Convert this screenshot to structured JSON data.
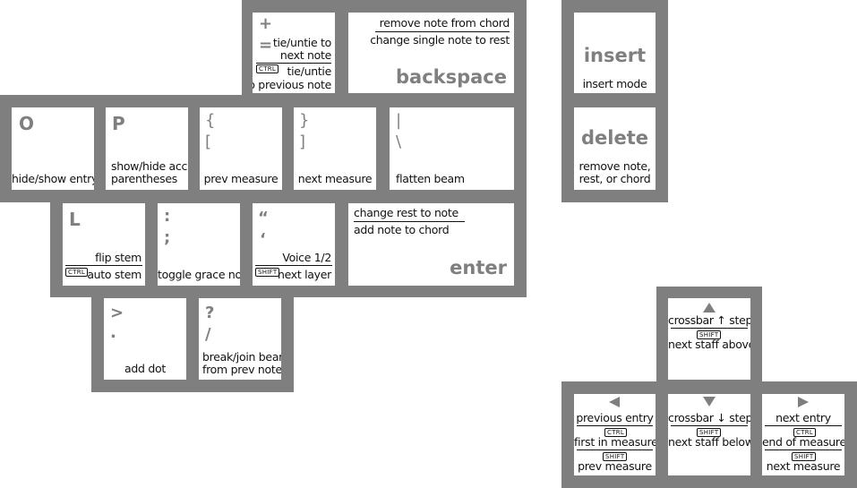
{
  "keys": {
    "plus_equals": {
      "glyph_top": "+",
      "glyph_bottom": "=",
      "line1": "tie/untie to",
      "line2": "next note",
      "ctrl_badge": "CTRL",
      "line3": "tie/untie",
      "line4": "to previous note"
    },
    "backspace": {
      "line1": "remove note from chord",
      "line2": "change single note to rest",
      "big_label": "backspace"
    },
    "insert": {
      "big_label": "insert",
      "desc": "insert mode"
    },
    "delete": {
      "big_label": "delete",
      "desc_line1": "remove note,",
      "desc_line2": "rest, or chord"
    },
    "o": {
      "glyph": "O",
      "desc": "hide/show entry"
    },
    "p": {
      "glyph": "P",
      "desc_line1": "show/hide acci",
      "desc_line2": "parentheses"
    },
    "bracket_left": {
      "glyph_top": "{",
      "glyph_bottom": "[",
      "desc": "prev measure"
    },
    "bracket_right": {
      "glyph_top": "}",
      "glyph_bottom": "]",
      "desc": "next measure"
    },
    "backslash": {
      "glyph_top": "|",
      "glyph_bottom": "\\",
      "desc": "flatten beam"
    },
    "l": {
      "glyph": "L",
      "line1": "flip stem",
      "ctrl_badge": "CTRL",
      "line2": "auto stem"
    },
    "semicolon": {
      "glyph_top": ":",
      "glyph_bottom": ";",
      "desc": "toggle grace note"
    },
    "quote": {
      "glyph_top": "“",
      "glyph_bottom": "‘",
      "line1": "Voice 1/2",
      "shift_badge": "SHIFT",
      "line2": "next layer"
    },
    "enter": {
      "line1": "change rest to note",
      "line2": "add note to chord",
      "big_label": "enter"
    },
    "period": {
      "glyph_top": ">",
      "glyph_bottom": ".",
      "desc": "add dot"
    },
    "slash": {
      "glyph_top": "?",
      "glyph_bottom": "/",
      "desc_line1": "break/join beam",
      "desc_line2": "from prev note"
    },
    "arrow_up": {
      "line1": "crossbar ↑ step",
      "shift_badge": "SHIFT",
      "line2": "next staff above"
    },
    "arrow_left": {
      "line1": "previous entry",
      "ctrl_badge": "CTRL",
      "line2": "first in measure",
      "shift_badge": "SHIFT",
      "line3": "prev measure"
    },
    "arrow_down": {
      "line1": "crossbar ↓ step",
      "shift_badge": "SHIFT",
      "line2": "next staff below"
    },
    "arrow_right": {
      "line1": "next entry",
      "ctrl_badge": "CTRL",
      "line2": "end of measure",
      "shift_badge": "SHIFT",
      "line3": "next measure"
    }
  },
  "colors": {
    "panel": "#7f7f7f",
    "key": "#ffffff",
    "glyph": "#7f7f7f",
    "text": "#111111"
  }
}
